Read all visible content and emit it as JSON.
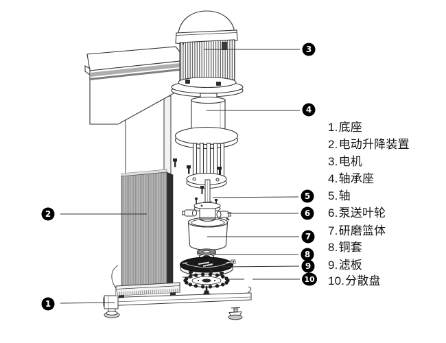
{
  "page": {
    "background": "#ffffff",
    "description": "Exploded parts diagram of a basket mill / dispersing machine with numbered callouts"
  },
  "legend": {
    "items": [
      {
        "number": "1.",
        "name": "底座"
      },
      {
        "number": "2.",
        "name": "电动升降装置"
      },
      {
        "number": "3.",
        "name": "电机"
      },
      {
        "number": "4.",
        "name": "轴承座"
      },
      {
        "number": "5.",
        "name": "轴"
      },
      {
        "number": "6.",
        "name": "泵送叶轮"
      },
      {
        "number": "7.",
        "name": "研磨篮体"
      },
      {
        "number": "8.",
        "name": "铜套"
      },
      {
        "number": "9.",
        "name": "滤板"
      },
      {
        "number": "10.",
        "name": "分散盘"
      }
    ]
  },
  "callouts": [
    {
      "number": "1"
    },
    {
      "number": "2"
    },
    {
      "number": "3"
    },
    {
      "number": "4"
    },
    {
      "number": "5"
    },
    {
      "number": "6"
    },
    {
      "number": "7"
    },
    {
      "number": "8"
    },
    {
      "number": "9"
    },
    {
      "number": "10"
    }
  ],
  "colors": {
    "line": "#2f2f2f",
    "marker_fill": "#000000",
    "marker_text": "#ffffff",
    "bellows_gray": "#bcbcbc",
    "bellows_stripe": "#8a8a8a",
    "bellows_dark_edge": "#2e2e2e",
    "filter_plate_fill": "#191919",
    "legend_text": "#141414",
    "background": "#ffffff"
  }
}
